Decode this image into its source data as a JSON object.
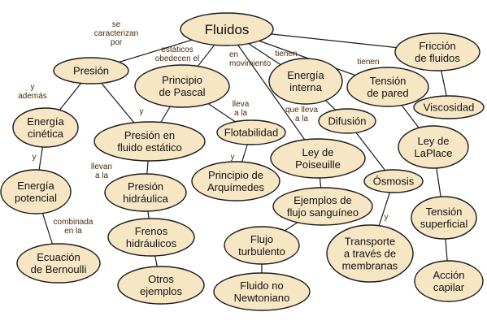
{
  "nodes": [
    {
      "id": "fluidos",
      "lines": [
        "Fluidos"
      ]
    },
    {
      "id": "presion",
      "lines": [
        "Presión"
      ]
    },
    {
      "id": "pascal",
      "lines": [
        "Principio",
        "de Pascal"
      ]
    },
    {
      "id": "energia_interna",
      "lines": [
        "Energía",
        "interna"
      ]
    },
    {
      "id": "tension_pared",
      "lines": [
        "Tensión",
        "de pared"
      ]
    },
    {
      "id": "friccion",
      "lines": [
        "Fricción",
        "de fluidos"
      ]
    },
    {
      "id": "viscosidad",
      "lines": [
        "Viscosidad"
      ]
    },
    {
      "id": "energia_cinetica",
      "lines": [
        "Energía",
        "cinética"
      ]
    },
    {
      "id": "presion_fluido",
      "lines": [
        "Presión en",
        "fluido estático"
      ]
    },
    {
      "id": "flotabilidad",
      "lines": [
        "Flotabilidad"
      ]
    },
    {
      "id": "difusion",
      "lines": [
        "Difusión"
      ]
    },
    {
      "id": "laplace",
      "lines": [
        "Ley de",
        "LaPlace"
      ]
    },
    {
      "id": "poiseuille",
      "lines": [
        "Ley de",
        "Poiseuille"
      ]
    },
    {
      "id": "arquimedes",
      "lines": [
        "Principio de",
        "Arquímedes"
      ]
    },
    {
      "id": "energia_potencial",
      "lines": [
        "Energía",
        "potencial"
      ]
    },
    {
      "id": "presion_hidraulica",
      "lines": [
        "Presión",
        "hidráulica"
      ]
    },
    {
      "id": "osmosis",
      "lines": [
        "Ósmosis"
      ]
    },
    {
      "id": "flujo_sanguineo",
      "lines": [
        "Ejemplos de",
        "flujo sanguíneo"
      ]
    },
    {
      "id": "tension_superficial",
      "lines": [
        "Tensión",
        "superficial"
      ]
    },
    {
      "id": "frenos",
      "lines": [
        "Frenos",
        "hidráulicos"
      ]
    },
    {
      "id": "flujo_turbulento",
      "lines": [
        "Flujo",
        "turbulento"
      ]
    },
    {
      "id": "transporte",
      "lines": [
        "Transporte",
        "a través de",
        "membranas"
      ]
    },
    {
      "id": "bernoulli",
      "lines": [
        "Ecuación",
        "de Bernoulli"
      ]
    },
    {
      "id": "otros",
      "lines": [
        "Otros",
        "ejemplos"
      ]
    },
    {
      "id": "newtoniano",
      "lines": [
        "Fluido no",
        "Newtoniano"
      ]
    },
    {
      "id": "accion_capilar",
      "lines": [
        "Acción",
        "capilar"
      ]
    }
  ],
  "edges": [
    {
      "from": "fluidos",
      "to": "presion"
    },
    {
      "from": "fluidos",
      "to": "pascal"
    },
    {
      "from": "fluidos",
      "to": "poiseuille"
    },
    {
      "from": "fluidos",
      "to": "energia_interna"
    },
    {
      "from": "fluidos",
      "to": "tension_pared"
    },
    {
      "from": "fluidos",
      "to": "friccion"
    },
    {
      "from": "friccion",
      "to": "viscosidad"
    },
    {
      "from": "presion",
      "to": "energia_cinetica"
    },
    {
      "from": "presion",
      "to": "presion_fluido"
    },
    {
      "from": "pascal",
      "to": "presion_fluido"
    },
    {
      "from": "pascal",
      "to": "flotabilidad"
    },
    {
      "from": "flotabilidad",
      "to": "arquimedes"
    },
    {
      "from": "energia_interna",
      "to": "difusion"
    },
    {
      "from": "difusion",
      "to": "osmosis"
    },
    {
      "from": "osmosis",
      "to": "transporte"
    },
    {
      "from": "tension_pared",
      "to": "laplace"
    },
    {
      "from": "laplace",
      "to": "tension_superficial"
    },
    {
      "from": "tension_superficial",
      "to": "accion_capilar"
    },
    {
      "from": "poiseuille",
      "to": "flujo_sanguineo"
    },
    {
      "from": "flujo_sanguineo",
      "to": "flujo_turbulento"
    },
    {
      "from": "flujo_turbulento",
      "to": "newtoniano"
    },
    {
      "from": "energia_cinetica",
      "to": "energia_potencial"
    },
    {
      "from": "energia_potencial",
      "to": "bernoulli"
    },
    {
      "from": "presion_fluido",
      "to": "presion_hidraulica"
    },
    {
      "from": "presion_hidraulica",
      "to": "frenos"
    },
    {
      "from": "frenos",
      "to": "otros"
    }
  ],
  "edge_labels": [
    {
      "id": "se_caracterizan_por",
      "lines": [
        "se",
        "caracterizan",
        "por"
      ]
    },
    {
      "id": "estaticos_obedecen",
      "lines": [
        "estáticos",
        "obedecen el"
      ]
    },
    {
      "id": "en_movimiento",
      "lines": [
        "en",
        "movimiento"
      ]
    },
    {
      "id": "tienen_1",
      "lines": [
        "tienen"
      ]
    },
    {
      "id": "tienen_2",
      "lines": [
        "tienen"
      ]
    },
    {
      "id": "y_ademas",
      "lines": [
        "y",
        "además"
      ]
    },
    {
      "id": "y_pascal",
      "lines": [
        "y"
      ]
    },
    {
      "id": "lleva_a_la",
      "lines": [
        "lleva",
        "a la"
      ]
    },
    {
      "id": "que_lleva_a_la",
      "lines": [
        "que lleva",
        "a la"
      ]
    },
    {
      "id": "y_cinetica",
      "lines": [
        "y"
      ]
    },
    {
      "id": "llevan_a_la",
      "lines": [
        "llevan",
        "a la"
      ]
    },
    {
      "id": "y_flotabilidad",
      "lines": [
        "y"
      ]
    },
    {
      "id": "combinada_en_la",
      "lines": [
        "combinada",
        "en la"
      ]
    },
    {
      "id": "y_osmosis",
      "lines": [
        "y"
      ]
    }
  ]
}
